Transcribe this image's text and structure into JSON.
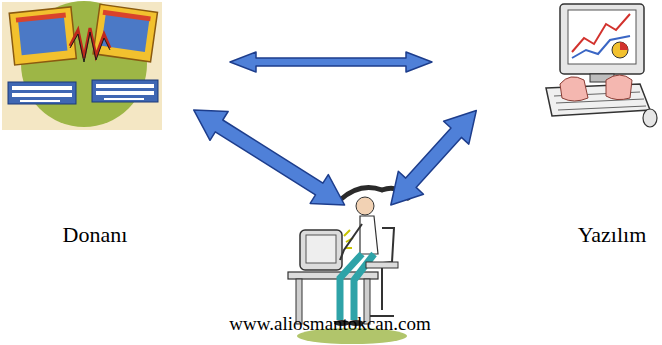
{
  "diagram": {
    "nodes": [
      {
        "text": [
          "Donanı"
        ]
      },
      {
        "text": [
          "Yazılım"
        ]
      },
      {
        "text": [
          "www.aliosmantokcan.com"
        ]
      }
    ],
    "edges": [
      {
        "from": 0,
        "to": 1,
        "arrow": "both"
      },
      {
        "from": 0,
        "to": 2,
        "arrow": "both"
      },
      {
        "from": 1,
        "to": 2,
        "arrow": "both"
      }
    ]
  }
}
